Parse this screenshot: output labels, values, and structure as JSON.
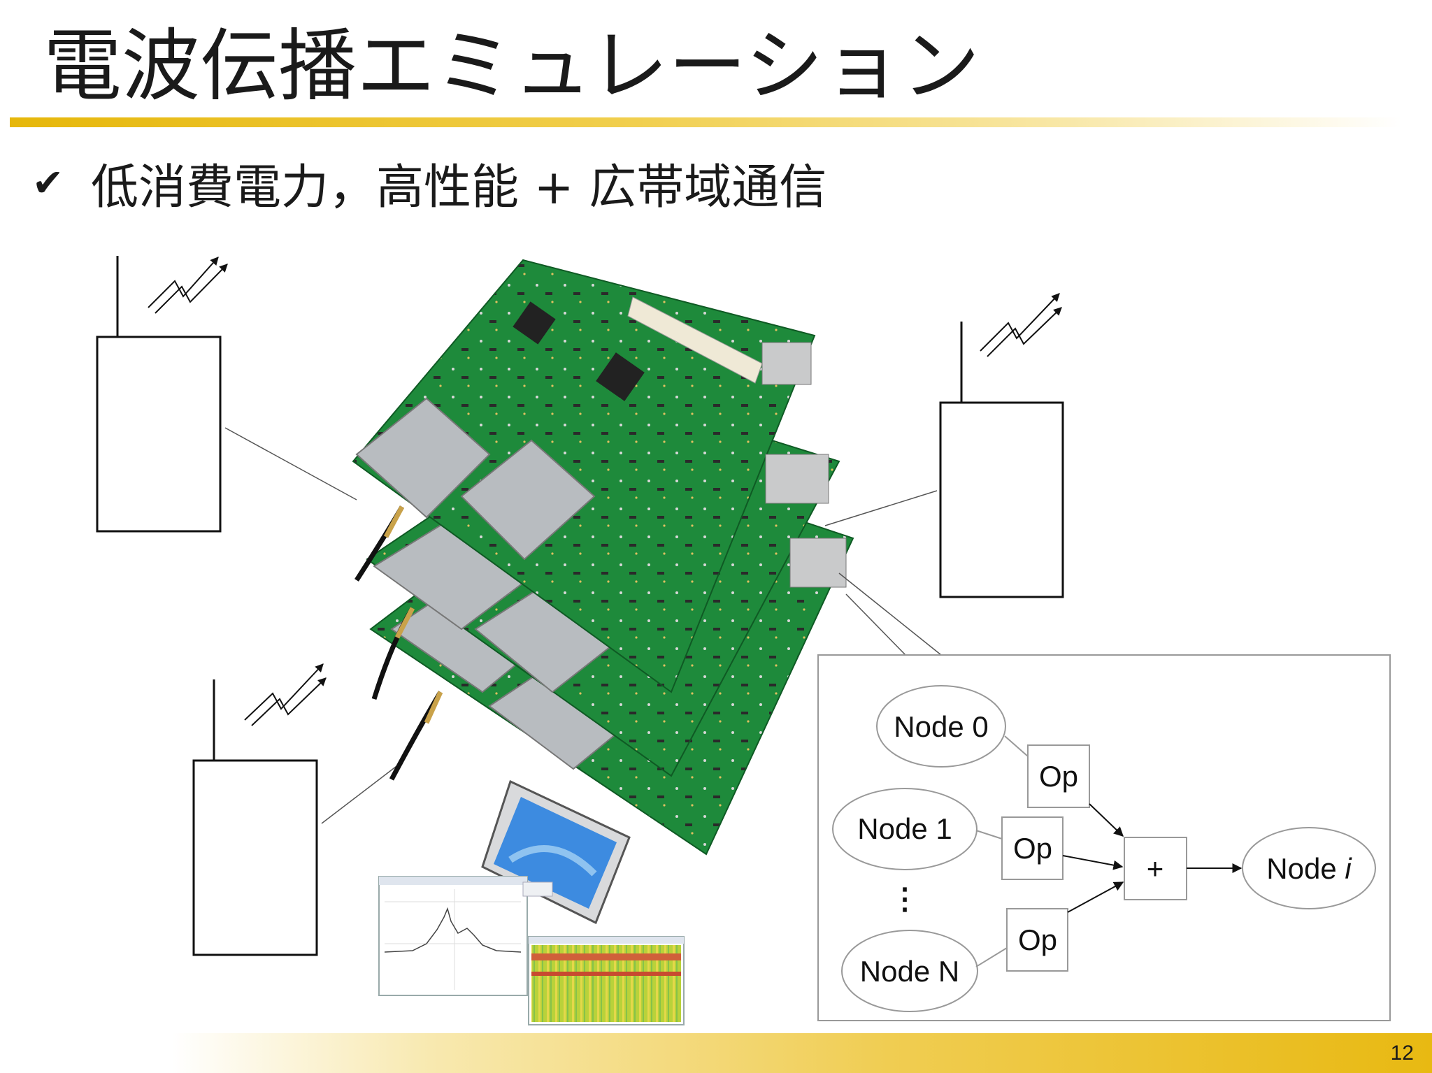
{
  "slide": {
    "title": "電波伝播エミュレーション",
    "bullet": "低消費電力，高性能 + 広帯域通信",
    "page_number": "12"
  },
  "diagram": {
    "nodes": [
      {
        "label": "Node 0"
      },
      {
        "label": "Node 1"
      },
      {
        "label": "⋮"
      },
      {
        "label": "Node N"
      }
    ],
    "op_label": "Op",
    "sum_label": "+",
    "output_prefix": "Node ",
    "output_index": "i"
  },
  "icons": [
    "check-icon",
    "radio-device-icon",
    "antenna-icon",
    "signal-wave-icon",
    "fpga-board-stack-icon",
    "laptop-icon",
    "spectrum-window-icon",
    "spectrogram-window-icon"
  ],
  "colors": {
    "accent": "#e8b912",
    "board_green": "#1f8a3c",
    "heatsink": "#b8bcc0",
    "spectrogram": "#c9d43a"
  }
}
